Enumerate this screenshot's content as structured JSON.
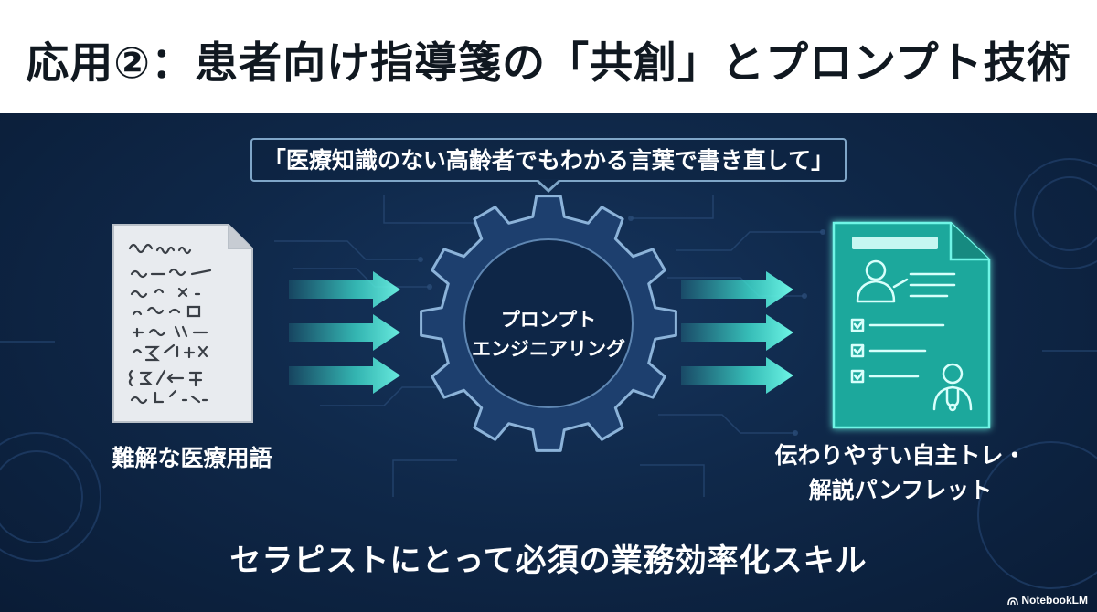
{
  "title": "応用②：患者向け指導箋の「共創」とプロンプト技術",
  "prompt": "「医療知識のない高齢者でもわかる言葉で書き直して」",
  "center": {
    "line1": "プロンプト",
    "line2": "エンジニアリング"
  },
  "input": {
    "label": "難解な医療用語",
    "icon": "scribbled-document-icon"
  },
  "output": {
    "line1": "伝わりやすい自主トレ・",
    "line2": "解説パンフレット",
    "icon": "checklist-pamphlet-icon"
  },
  "tagline": "セラピストにとって必須の業務効率化スキル",
  "brand": "NotebookLM",
  "colors": {
    "accent": "#3fe0d0",
    "background": "#0d2240",
    "gear": "#1d3f6e",
    "gear_stroke": "#8cb3d9"
  }
}
